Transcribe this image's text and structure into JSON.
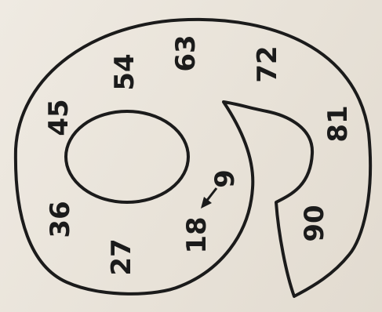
{
  "numbers": [
    "9",
    "18",
    "27",
    "36",
    "45",
    "54",
    "63",
    "72",
    "81",
    "90"
  ],
  "colors": {
    "paper": "#ece7df",
    "ink": "#1b1b1b"
  },
  "arrow_icon": "arrow-from-9-to-18"
}
